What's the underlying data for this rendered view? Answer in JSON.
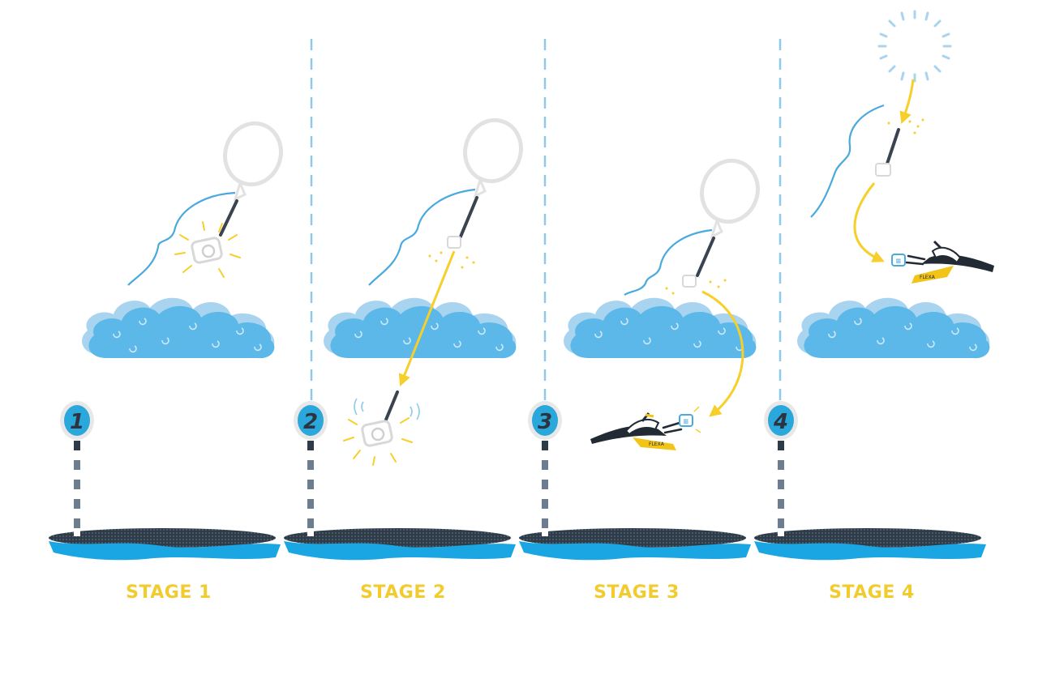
{
  "stages": [
    {
      "number": "1",
      "label": "STAGE 1"
    },
    {
      "number": "2",
      "label": "STAGE 2"
    },
    {
      "number": "3",
      "label": "STAGE 3"
    },
    {
      "number": "4",
      "label": "STAGE 4"
    }
  ],
  "colors": {
    "cloud_light": "#a9d4ef",
    "cloud_main": "#5bb8e8",
    "water": "#1aa6e3",
    "badge_fill": "#2aa8dc",
    "badge_ring": "#e8e8e8",
    "label_yellow": "#f2cc2e",
    "arrow_yellow": "#f7cf2a",
    "balloon_outline": "#e2e2e2",
    "tether_blue": "#4aa9dd",
    "divider": "#8ccbea",
    "post_dark": "#3a4350",
    "post_light": "#ffffff"
  },
  "icons": {
    "balloon": "balloon-icon",
    "radiosonde": "radiosonde-icon",
    "cloud": "cloud-icon",
    "glider": "glider-icon",
    "sun": "sun-icon",
    "stage_marker": "stage-marker-icon"
  }
}
